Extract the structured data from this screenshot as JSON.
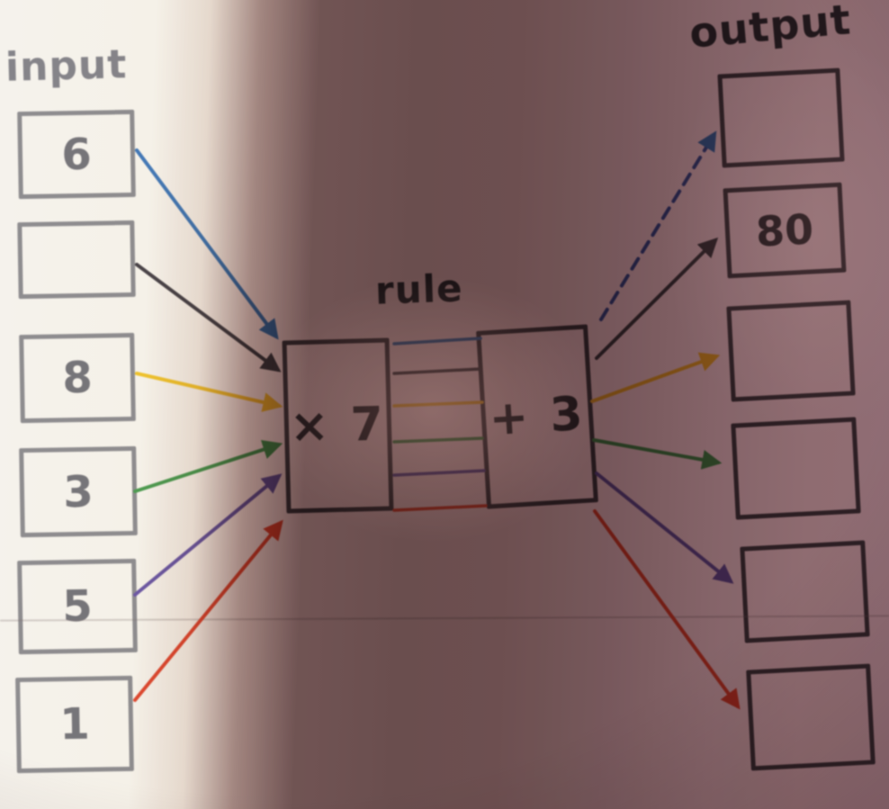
{
  "diagram": {
    "input_label": "input",
    "rule_label": "rule",
    "output_label": "output",
    "inputs": [
      "6",
      "",
      "8",
      "3",
      "5",
      "1"
    ],
    "rule_steps": {
      "first": "× 7",
      "second": "+ 3"
    },
    "outputs": [
      "",
      "80",
      "",
      "",
      "",
      ""
    ],
    "colors": {
      "blue": "#4479b8",
      "dark": "#4a4449",
      "yellow": "#eec32f",
      "green": "#4f9c52",
      "purple": "#6d59a6",
      "red": "#de4a31",
      "dashed_blue": "#44549e"
    }
  }
}
